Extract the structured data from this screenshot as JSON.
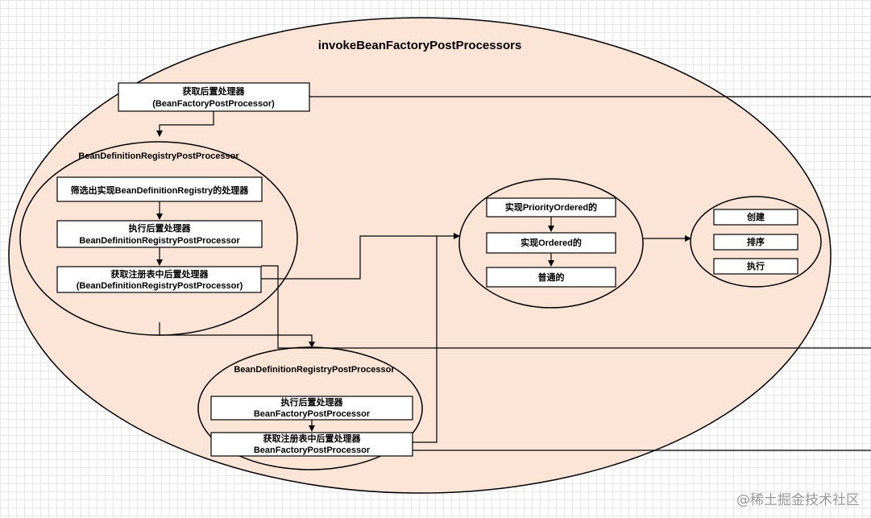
{
  "title": "invokeBeanFactoryPostProcessors",
  "get_processors": {
    "line1": "获取后置处理器",
    "line2": "(BeanFactoryPostProcessor)"
  },
  "registry_group": {
    "label": "BeanDefinitionRegistryPostProcessor",
    "filter": "筛选出实现BeanDefinitionRegistry的处理器",
    "execute_line1": "执行后置处理器",
    "execute_line2": "BeanDefinitionRegistryPostProcessor",
    "fetch_line1": "获取注册表中后置处理器",
    "fetch_line2": "(BeanDefinitionRegistryPostProcessor)"
  },
  "factory_group": {
    "label": "BeanDefinitionRegistryPostProcessor",
    "execute_line1": "执行后置处理器",
    "execute_line2": "BeanFactoryPostProcessor",
    "fetch_line1": "获取注册表中后置处理器",
    "fetch_line2": "BeanFactoryPostProcessor"
  },
  "order_group": {
    "priority": "实现PriorityOrdered的",
    "ordered": "实现Ordered的",
    "normal": "普通的"
  },
  "action_group": {
    "create": "创建",
    "sort": "排序",
    "execute": "执行"
  },
  "watermark": "@稀土掘金技术社区"
}
